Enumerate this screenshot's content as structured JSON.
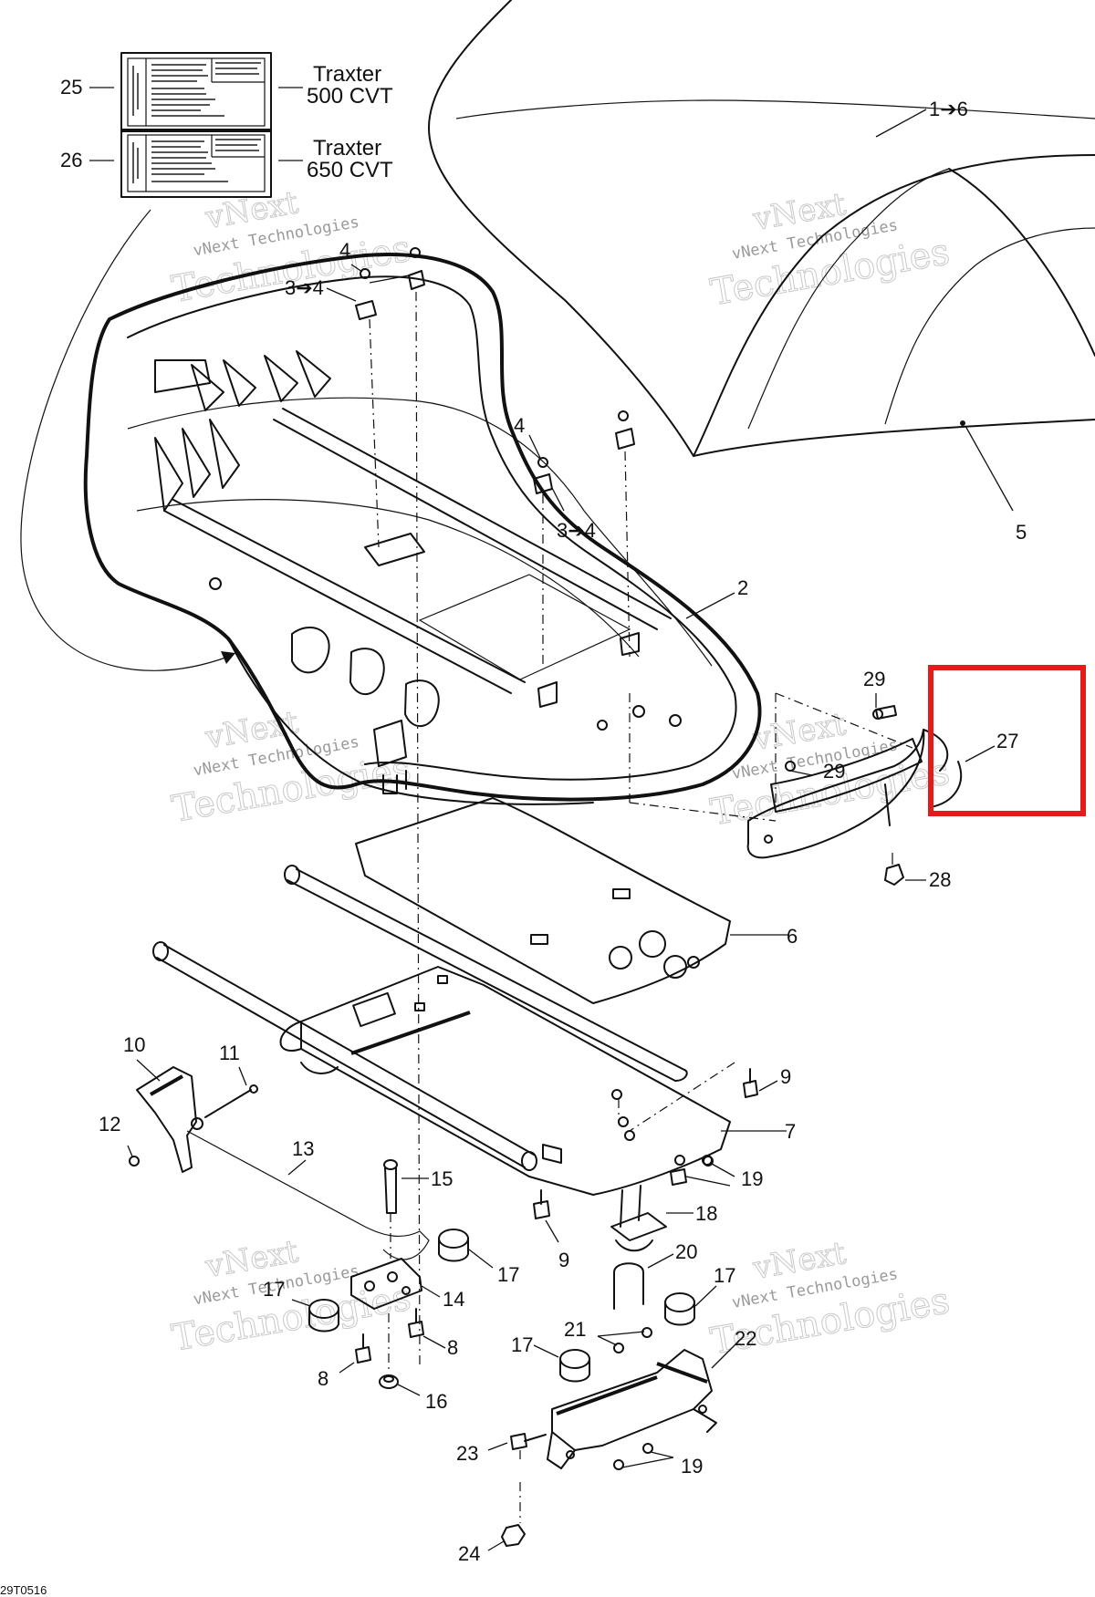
{
  "diagram": {
    "code": "29T0516",
    "watermark": {
      "line1": "vNext",
      "line2": "vNext Technologies",
      "line3": "Technologies"
    },
    "labels_box": [
      {
        "callout": "25",
        "text_line1": "Traxter",
        "text_line2": "500 CVT"
      },
      {
        "callout": "26",
        "text_line1": "Traxter",
        "text_line2": "650 CVT"
      }
    ],
    "callouts": {
      "c1to6": "1➔6",
      "c2": "2",
      "c3to4a": "3➔4",
      "c3to4b": "3➔4",
      "c4a": "4",
      "c4b": "4",
      "c5": "5",
      "c6": "6",
      "c7": "7",
      "c8a": "8",
      "c8b": "8",
      "c9a": "9",
      "c9b": "9",
      "c10": "10",
      "c11": "11",
      "c12": "12",
      "c13": "13",
      "c14": "14",
      "c15": "15",
      "c16": "16",
      "c17a": "17",
      "c17b": "17",
      "c17c": "17",
      "c17d": "17",
      "c18": "18",
      "c19a": "19",
      "c19b": "19",
      "c20": "20",
      "c21": "21",
      "c22": "22",
      "c23": "23",
      "c24": "24",
      "c27": "27",
      "c28": "28",
      "c29a": "29",
      "c29b": "29"
    },
    "highlight_color": "#e31b1b"
  }
}
